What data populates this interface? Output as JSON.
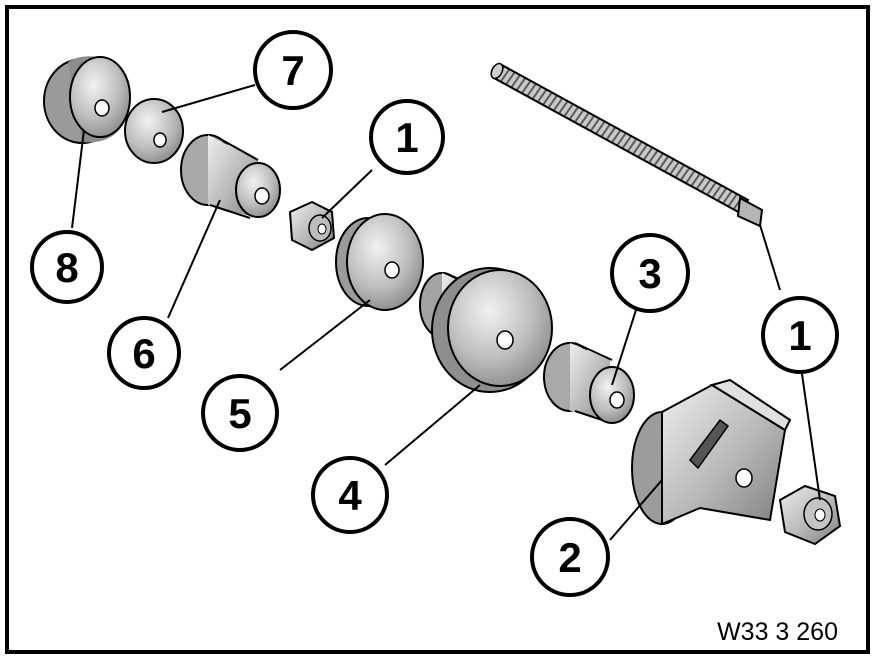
{
  "diagram": {
    "figure_id": "W33 3 260",
    "callouts": [
      {
        "id": "callout-8",
        "label": "8"
      },
      {
        "id": "callout-7",
        "label": "7"
      },
      {
        "id": "callout-1-top",
        "label": "1"
      },
      {
        "id": "callout-6",
        "label": "6"
      },
      {
        "id": "callout-5",
        "label": "5"
      },
      {
        "id": "callout-4",
        "label": "4"
      },
      {
        "id": "callout-3",
        "label": "3"
      },
      {
        "id": "callout-2",
        "label": "2"
      },
      {
        "id": "callout-1-right",
        "label": "1"
      }
    ]
  }
}
